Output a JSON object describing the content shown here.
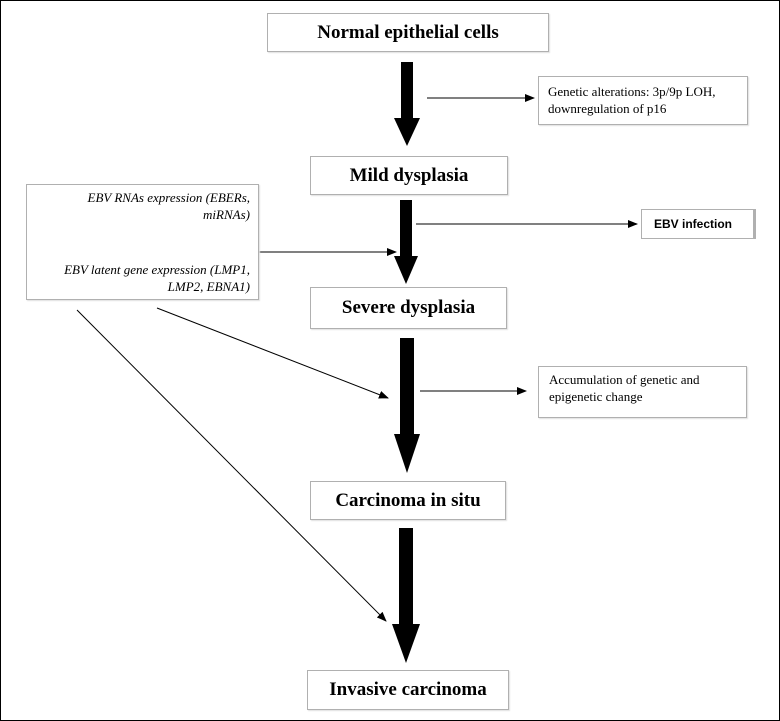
{
  "stages": {
    "normal": "Normal epithelial cells",
    "mild": "Mild dysplasia",
    "severe": "Severe dysplasia",
    "cis": "Carcinoma in situ",
    "invasive": "Invasive carcinoma"
  },
  "notes": {
    "genetic_line1": "Genetic alterations: 3p/9p LOH,",
    "genetic_line2": "downregulation of p16",
    "ebv_infection": "EBV infection",
    "accum_line1": "Accumulation of genetic and",
    "accum_line2": "epigenetic change"
  },
  "ebv_box": {
    "rna_line1": "EBV RNAs expression (EBERs,",
    "rna_line2": "miRNAs)",
    "latent_line1": "EBV latent gene expression (LMP1,",
    "latent_line2": "LMP2, EBNA1)"
  }
}
